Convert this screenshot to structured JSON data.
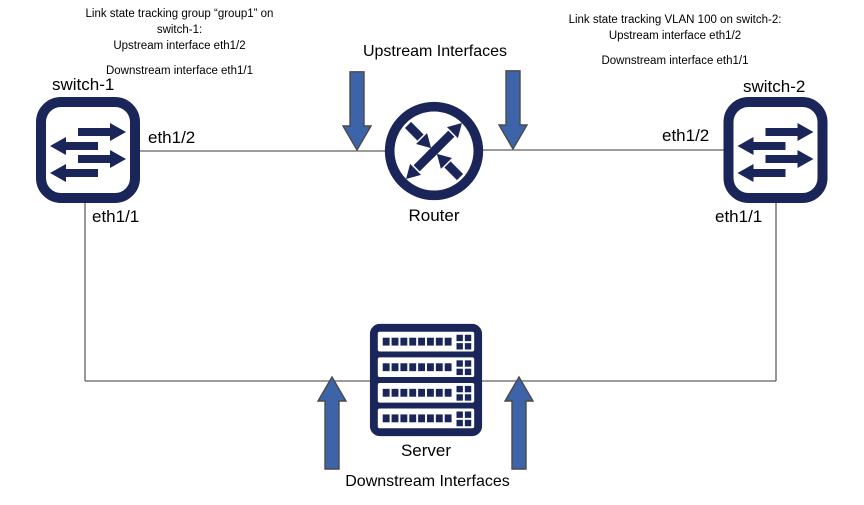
{
  "colors": {
    "navy": "#1A2559",
    "arrow-fill": "#3D64A8",
    "arrow-stroke": "#4a4a4a",
    "wire": "#606060",
    "text": "#000000"
  },
  "annotations": {
    "left": {
      "line1": "Link state tracking group “group1” on",
      "line2": "switch-1:",
      "line3": "Upstream interface eth1/2",
      "line4": "Downstream interface eth1/1"
    },
    "right": {
      "line1": "Link state tracking VLAN 100 on switch-2:",
      "line2": "Upstream interface eth1/2",
      "line3": "Downstream interface eth1/1"
    }
  },
  "labels": {
    "upstream_interfaces": "Upstream Interfaces",
    "downstream_interfaces": "Downstream Interfaces",
    "switch1": "switch-1",
    "switch2": "switch-2",
    "router": "Router",
    "server": "Server",
    "eth12_left": "eth1/2",
    "eth11_left": "eth1/1",
    "eth12_right": "eth1/2",
    "eth11_right": "eth1/1"
  },
  "icons": {
    "switch": "switch-icon",
    "router": "router-icon",
    "server": "server-icon",
    "up_arrow": "up-block-arrow-icon",
    "down_arrow": "down-block-arrow-icon"
  }
}
